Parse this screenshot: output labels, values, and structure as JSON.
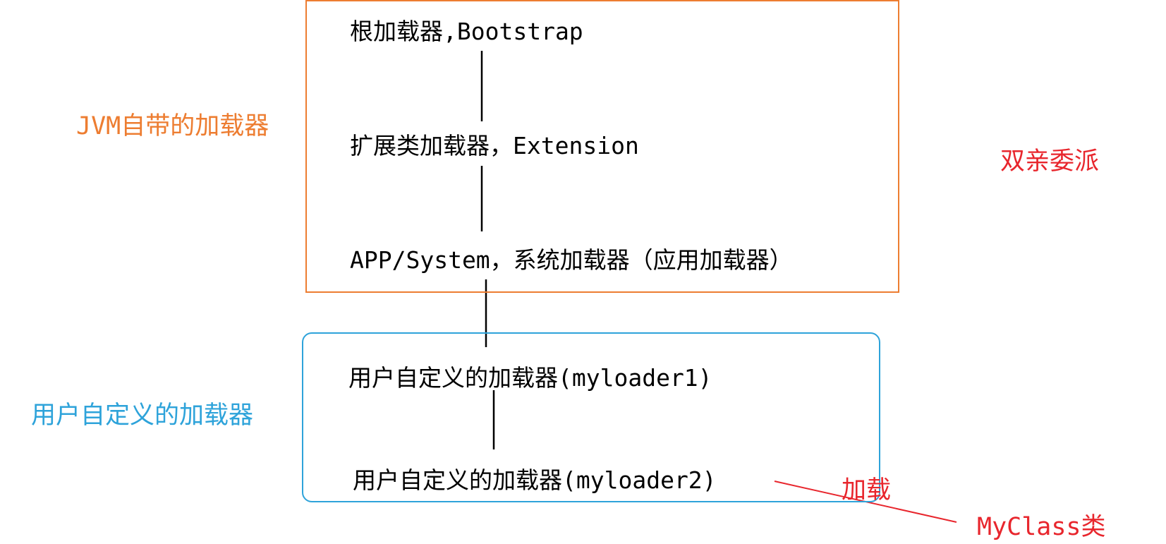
{
  "colors": {
    "jvm_box": "#ED7D31",
    "user_box": "#2EA3DA",
    "accent_red": "#E8262D",
    "line": "#000000"
  },
  "diagram": {
    "jvm_group_label": "JVM自带的加载器",
    "user_group_label": "用户自定义的加载器",
    "delegation_label": "双亲委派",
    "load_label": "加载",
    "target_class": "MyClass类",
    "nodes": {
      "bootstrap": "根加载器,Bootstrap",
      "extension": "扩展类加载器，Extension",
      "app": "APP/System，系统加载器（应用加载器）",
      "custom1": "用户自定义的加载器(myloader1)",
      "custom2": "用户自定义的加载器(myloader2)"
    }
  }
}
